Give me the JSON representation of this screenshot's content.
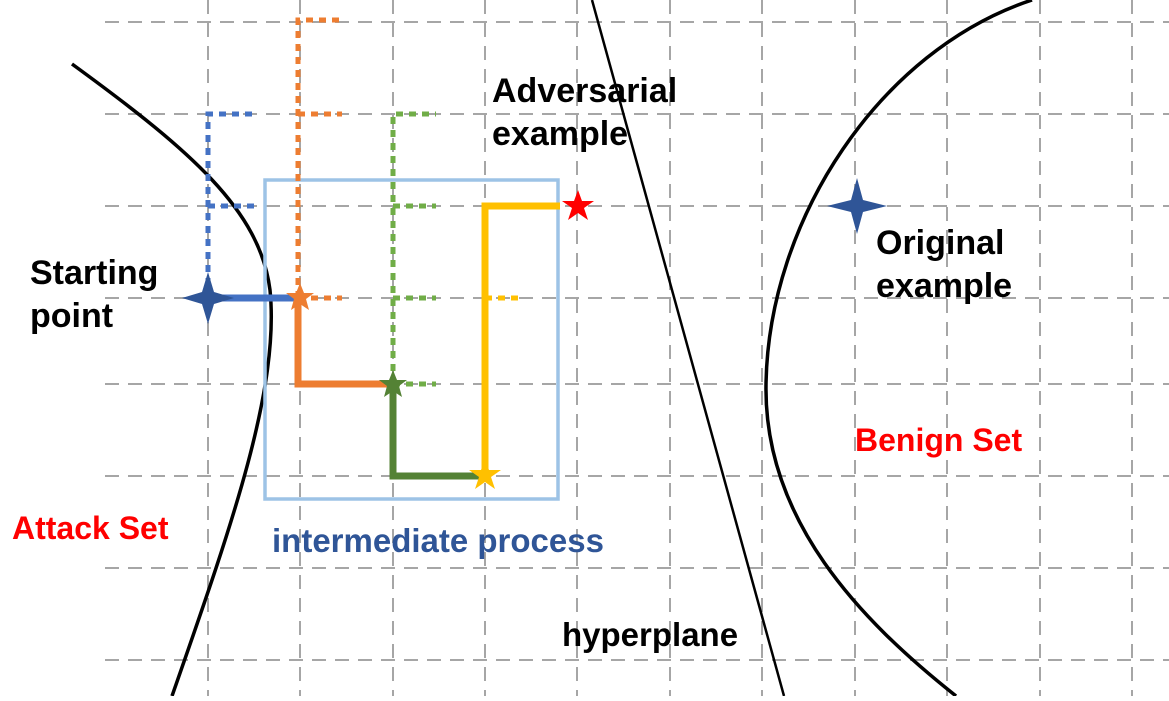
{
  "labels": {
    "adversarial": "Adversarial example",
    "starting": "Starting point",
    "original": "Original example",
    "benign_set": "Benign Set",
    "attack_set": "Attack Set",
    "intermediate": "intermediate process",
    "hyperplane": "hyperplane"
  },
  "colors": {
    "grid": "#a6a6a6",
    "boundary": "#000000",
    "process_box": "#9dc3e6",
    "blue_path": "#4472c4",
    "orange_path": "#ed7d31",
    "green_path": "#548235",
    "green_dotted": "#70ad47",
    "yellow_path": "#ffc000",
    "adversarial_star": "#ff0000",
    "point_marker": "#2f5597",
    "set_label": "#ff0000",
    "process_label": "#2f5597"
  },
  "icons": {
    "starting_point": "four-point-star-icon",
    "original_example": "four-point-star-icon",
    "intermediate_points": "five-point-star-icon",
    "adversarial_example": "five-point-star-icon"
  }
}
